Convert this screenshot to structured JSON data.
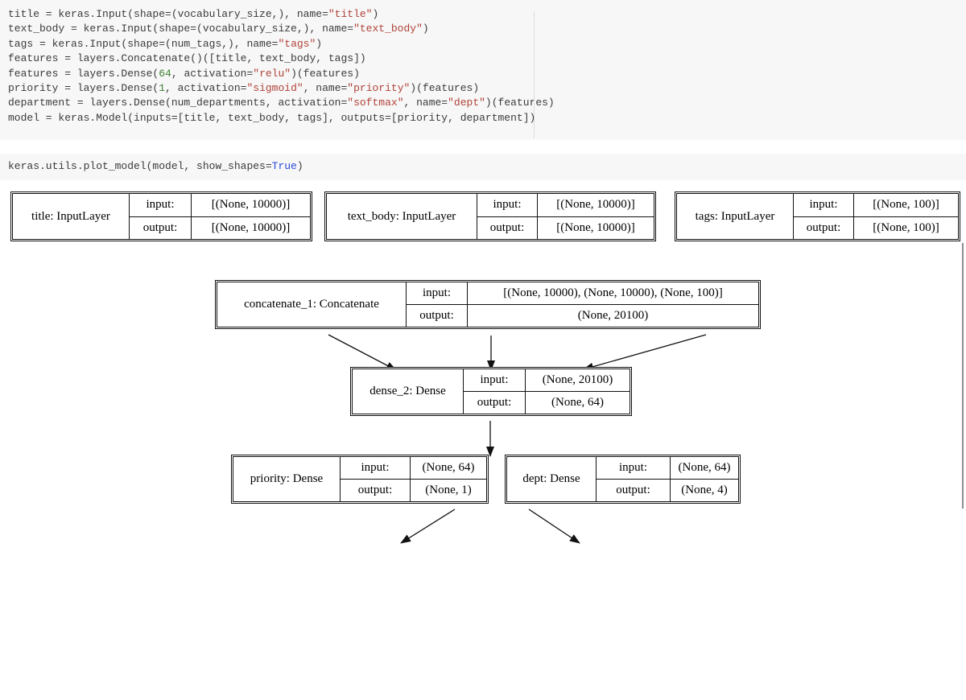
{
  "colors": {
    "code_background": "#f7f7f7",
    "code_text": "#3b3b3b",
    "string_token": "#b04238",
    "number_token": "#3c8031",
    "keyword_token": "#2b4bd7",
    "diagram_border": "#111111"
  },
  "code_cell_1": {
    "lines": [
      [
        {
          "t": "title = keras.Input(shape=(vocabulary_size,), name="
        },
        {
          "t": "\"title\"",
          "c": "s"
        },
        {
          "t": ")"
        }
      ],
      [
        {
          "t": "text_body = keras.Input(shape=(vocabulary_size,), name="
        },
        {
          "t": "\"text_body\"",
          "c": "s"
        },
        {
          "t": ")"
        }
      ],
      [
        {
          "t": "tags = keras.Input(shape=(num_tags,), name="
        },
        {
          "t": "\"tags\"",
          "c": "s"
        },
        {
          "t": ")"
        }
      ],
      [
        {
          "t": "features = layers.Concatenate()([title, text_body, tags])"
        }
      ],
      [
        {
          "t": "features = layers.Dense("
        },
        {
          "t": "64",
          "c": "n"
        },
        {
          "t": ", activation="
        },
        {
          "t": "\"relu\"",
          "c": "s"
        },
        {
          "t": ")(features)"
        }
      ],
      [
        {
          "t": "priority = layers.Dense("
        },
        {
          "t": "1",
          "c": "n"
        },
        {
          "t": ", activation="
        },
        {
          "t": "\"sigmoid\"",
          "c": "s"
        },
        {
          "t": ", name="
        },
        {
          "t": "\"priority\"",
          "c": "s"
        },
        {
          "t": ")(features)"
        }
      ],
      [
        {
          "t": "department = layers.Dense(num_departments, activation="
        },
        {
          "t": "\"softmax\"",
          "c": "s"
        },
        {
          "t": ", name="
        },
        {
          "t": "\"dept\"",
          "c": "s"
        },
        {
          "t": ")(features)"
        }
      ],
      [
        {
          "t": "model = keras.Model(inputs=[title, text_body, tags], outputs=[priority, department])"
        }
      ]
    ]
  },
  "code_cell_2": {
    "lines": [
      [
        {
          "t": "keras.utils.plot_model(model, show_shapes="
        },
        {
          "t": "True",
          "c": "k"
        },
        {
          "t": ")"
        }
      ]
    ]
  },
  "diagram": {
    "row_labels": {
      "input": "input:",
      "output": "output:"
    },
    "nodes": [
      {
        "id": "title",
        "label": "title: InputLayer",
        "input": "[(None, 10000)]",
        "output": "[(None, 10000)]"
      },
      {
        "id": "text_body",
        "label": "text_body: InputLayer",
        "input": "[(None, 10000)]",
        "output": "[(None, 10000)]"
      },
      {
        "id": "tags",
        "label": "tags: InputLayer",
        "input": "[(None, 100)]",
        "output": "[(None, 100)]"
      },
      {
        "id": "concatenate_1",
        "label": "concatenate_1: Concatenate",
        "input": "[(None, 10000), (None, 10000), (None, 100)]",
        "output": "(None, 20100)"
      },
      {
        "id": "dense_2",
        "label": "dense_2: Dense",
        "input": "(None, 20100)",
        "output": "(None, 64)"
      },
      {
        "id": "priority",
        "label": "priority: Dense",
        "input": "(None, 64)",
        "output": "(None, 1)"
      },
      {
        "id": "dept",
        "label": "dept: Dense",
        "input": "(None, 64)",
        "output": "(None, 4)"
      }
    ]
  }
}
